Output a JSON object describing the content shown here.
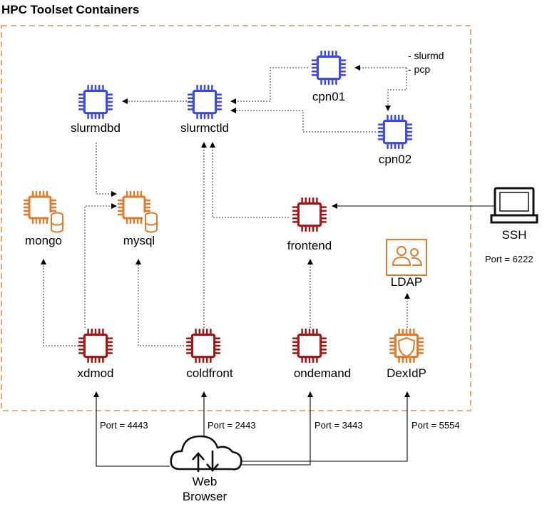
{
  "title": "HPC Toolset Containers",
  "colors": {
    "blue_chip": "#3b48e9",
    "red_chip": "#a31515",
    "orange": "#e07a2c",
    "border": "#e07a2c"
  },
  "nodes": {
    "slurmdbd": {
      "label": "slurmdbd",
      "icon": "chip-icon"
    },
    "slurmctld": {
      "label": "slurmctld",
      "icon": "chip-icon"
    },
    "cpn01": {
      "label": "cpn01",
      "icon": "chip-icon"
    },
    "cpn02": {
      "label": "cpn02",
      "icon": "chip-icon"
    },
    "mongo": {
      "label": "mongo",
      "icon": "database-chip-icon"
    },
    "mysql": {
      "label": "mysql",
      "icon": "database-chip-icon"
    },
    "frontend": {
      "label": "frontend",
      "icon": "chip-icon"
    },
    "ldap": {
      "label": "LDAP",
      "icon": "users-icon"
    },
    "xdmod": {
      "label": "xdmod",
      "icon": "chip-icon"
    },
    "coldfront": {
      "label": "coldfront",
      "icon": "chip-icon"
    },
    "ondemand": {
      "label": "ondemand",
      "icon": "chip-icon"
    },
    "dexidp": {
      "label": "DexIdP",
      "icon": "shield-chip-icon"
    },
    "ssh": {
      "label": "SSH",
      "icon": "terminal-icon"
    },
    "web": {
      "label_line1": "Web",
      "label_line2": "Browser",
      "icon": "cloud-icon"
    }
  },
  "notes": {
    "slurmd": "- slurmd",
    "pcp": "- pcp"
  },
  "ports": {
    "ssh": "Port = 6222",
    "xdmod": "Port = 4443",
    "coldfront": "Port = 2443",
    "ondemand": "Port = 3443",
    "dexidp": "Port = 5554"
  }
}
